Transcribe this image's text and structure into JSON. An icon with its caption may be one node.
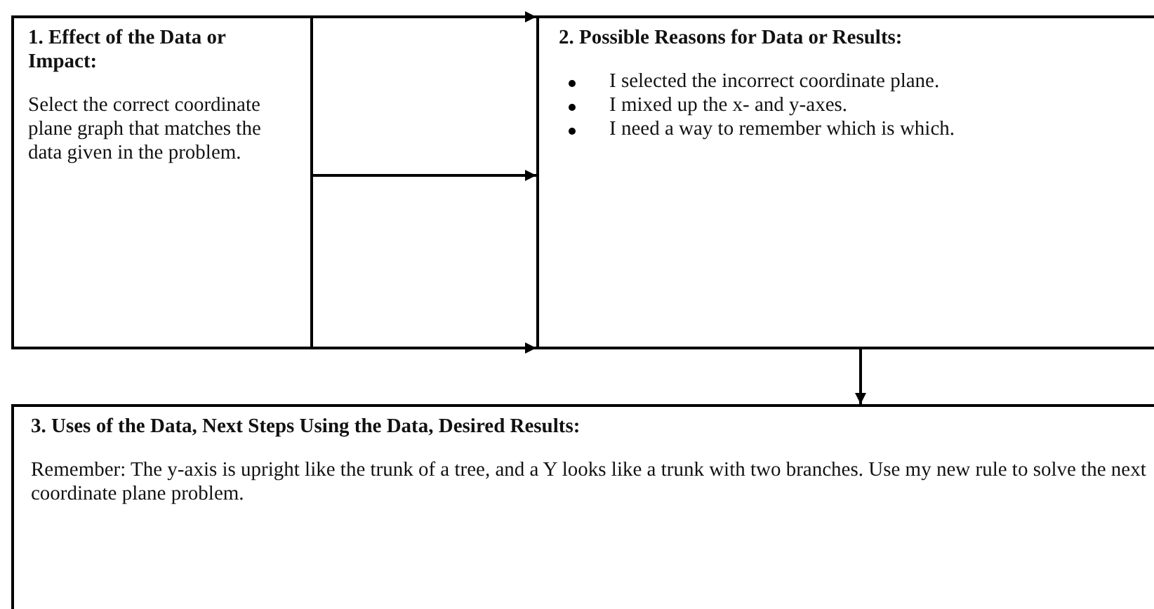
{
  "diagram": {
    "nodes": [
      {
        "text": [
          "1. Effect of the Data or Impact:",
          "Select the correct coordinate plane graph that matches the data given in the problem."
        ]
      },
      {
        "text": [
          "2. Possible Reasons for Data or Results:",
          "I selected the incorrect coordinate plane.",
          "I mixed up the x- and y-axes.",
          "I need a way to remember which is which."
        ]
      },
      {
        "text": [
          "3. Uses of the Data, Next Steps Using the Data, Desired Results:",
          "Remember: The y-axis is upright like the trunk of a tree, and a Y looks like a trunk with two branches. Use my new rule to solve the next coordinate plane problem."
        ]
      }
    ],
    "edges": [
      {
        "from": 0,
        "to": 1,
        "arrow": "to"
      },
      {
        "from": 0,
        "to": 1,
        "arrow": "to"
      },
      {
        "from": 0,
        "to": 1,
        "arrow": "to"
      },
      {
        "from": 1,
        "to": 2,
        "arrow": "to"
      }
    ]
  }
}
